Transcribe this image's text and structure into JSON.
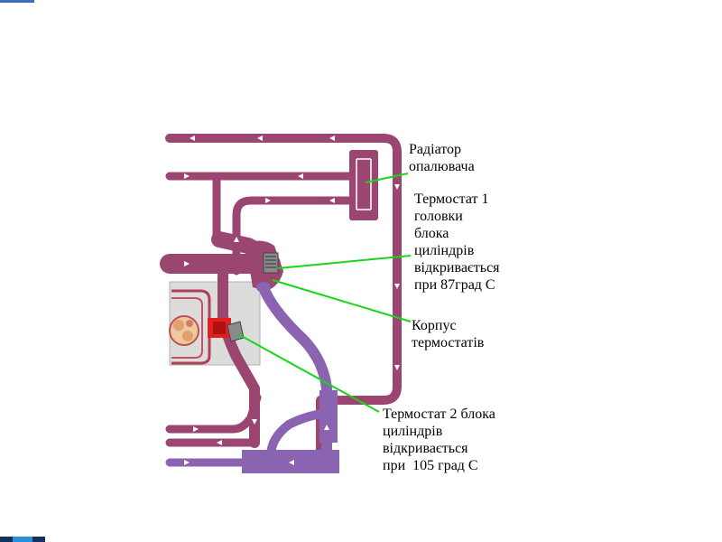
{
  "labels": {
    "radiator": "Радіатор\nопалювача",
    "thermostat1": "Термостат 1\nголовки\nблока\nциліндрів\nвідкривається\nпри 87град С",
    "housing": "Корпус\nтермостатів",
    "thermostat2": "Термостат 2 блока\nциліндрів\nвідкривається\nпри  105 град С"
  },
  "colors": {
    "hot_pipe": "#9a4670",
    "cold_pipe": "#8a64b0",
    "leader_line": "#19d619",
    "engine_block": "#dcdcdc",
    "thermostat_red": "#e02020",
    "flow_arrow": "#ffffff"
  }
}
